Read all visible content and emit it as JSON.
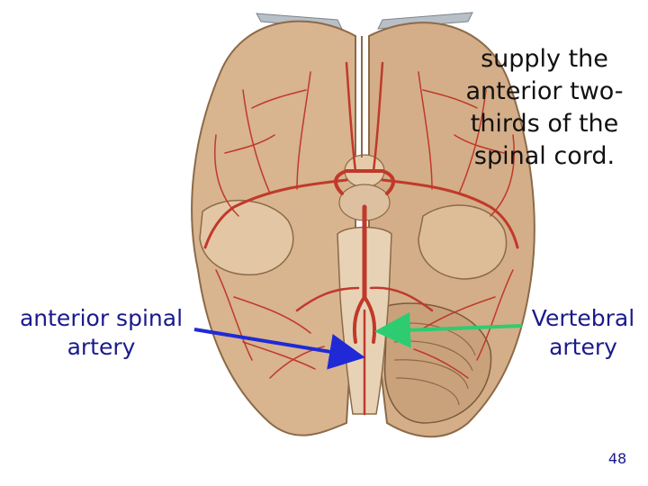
{
  "caption": "supply the anterior two-thirds of the spinal cord.",
  "labels": {
    "anterior_spinal_artery": "anterior spinal artery",
    "vertebral_artery": "Vertebral artery"
  },
  "page_number": "48",
  "colors": {
    "brain_tissue": "#d8b48f",
    "artery": "#c0392b",
    "anterior_arrow": "#1f2ad6",
    "vertebral_arrow": "#2ecc71",
    "label_text": "#1a1a8c"
  }
}
